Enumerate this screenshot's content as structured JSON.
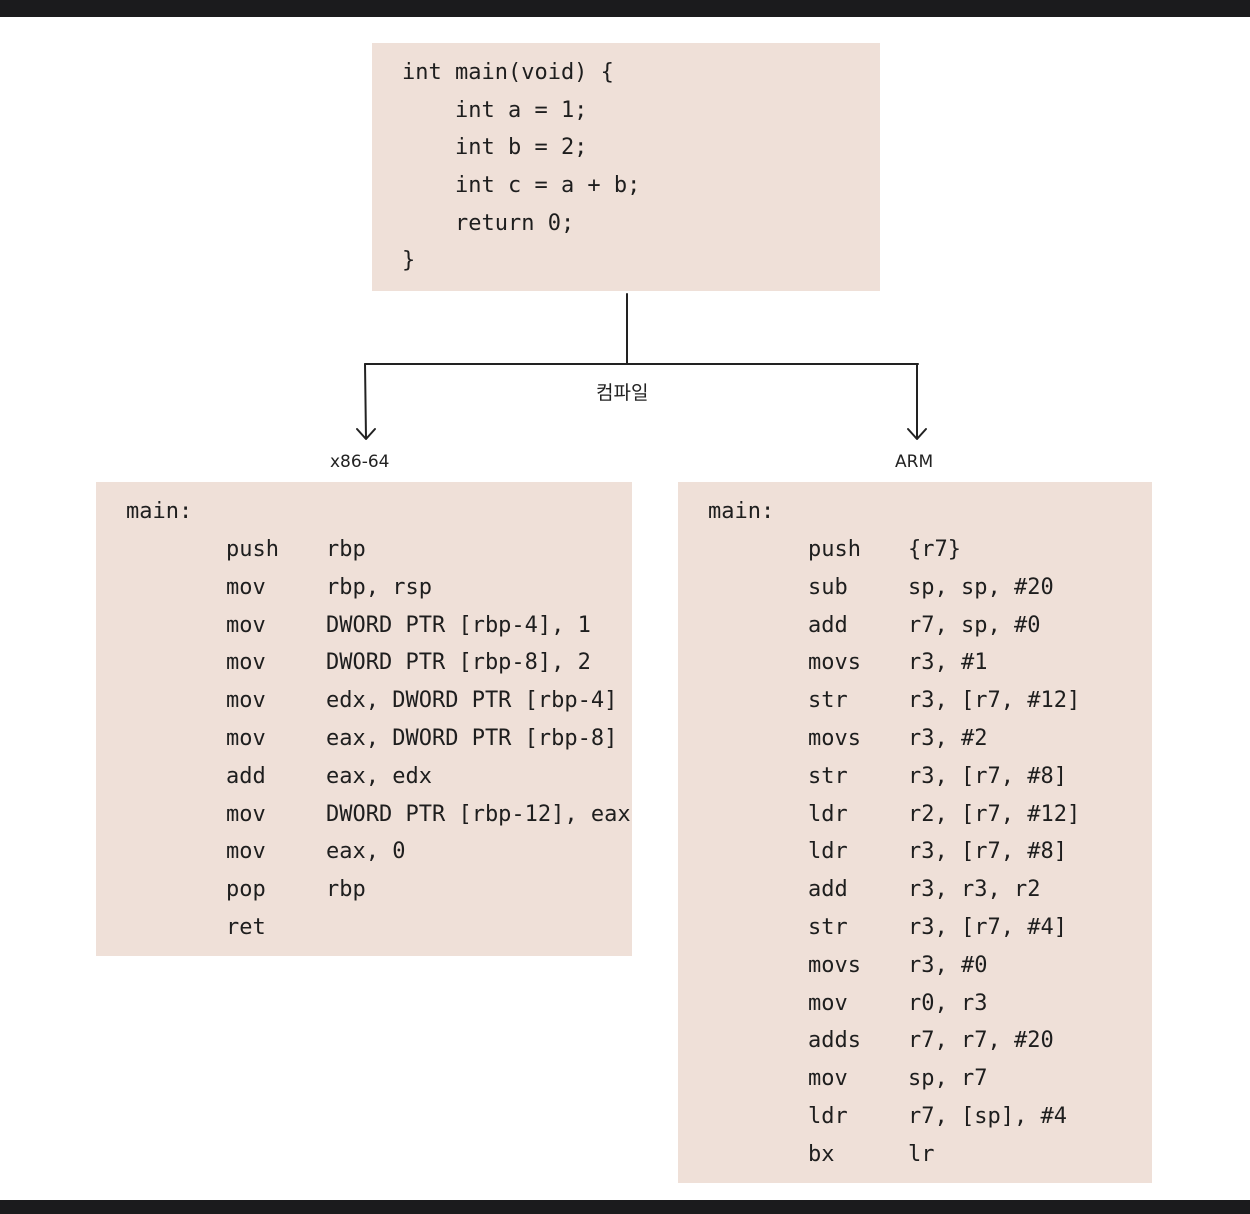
{
  "c_code": {
    "lines": [
      "int main(void) {",
      "    int a = 1;",
      "    int b = 2;",
      "    int c = a + b;",
      "    return 0;",
      "}"
    ]
  },
  "compile_label": "컴파일",
  "x86": {
    "label": "x86-64",
    "header": "main:",
    "instructions": [
      {
        "op": "push",
        "args": "rbp"
      },
      {
        "op": "mov",
        "args": "rbp, rsp"
      },
      {
        "op": "mov",
        "args": "DWORD PTR [rbp-4], 1"
      },
      {
        "op": "mov",
        "args": "DWORD PTR [rbp-8], 2"
      },
      {
        "op": "mov",
        "args": "edx, DWORD PTR [rbp-4]"
      },
      {
        "op": "mov",
        "args": "eax, DWORD PTR [rbp-8]"
      },
      {
        "op": "add",
        "args": "eax, edx"
      },
      {
        "op": "mov",
        "args": "DWORD PTR [rbp-12], eax"
      },
      {
        "op": "mov",
        "args": "eax, 0"
      },
      {
        "op": "pop",
        "args": "rbp"
      },
      {
        "op": "ret",
        "args": ""
      }
    ]
  },
  "arm": {
    "label": "ARM",
    "header": "main:",
    "instructions": [
      {
        "op": "push",
        "args": "{r7}"
      },
      {
        "op": "sub",
        "args": "sp, sp, #20"
      },
      {
        "op": "add",
        "args": "r7, sp, #0"
      },
      {
        "op": "movs",
        "args": "r3, #1"
      },
      {
        "op": "str",
        "args": "r3, [r7, #12]"
      },
      {
        "op": "movs",
        "args": "r3, #2"
      },
      {
        "op": "str",
        "args": "r3, [r7, #8]"
      },
      {
        "op": "ldr",
        "args": "r2, [r7, #12]"
      },
      {
        "op": "ldr",
        "args": "r3, [r7, #8]"
      },
      {
        "op": "add",
        "args": "r3, r3, r2"
      },
      {
        "op": "str",
        "args": "r3, [r7, #4]"
      },
      {
        "op": "movs",
        "args": "r3, #0"
      },
      {
        "op": "mov",
        "args": "r0, r3"
      },
      {
        "op": "adds",
        "args": "r7, r7, #20"
      },
      {
        "op": "mov",
        "args": "sp, r7"
      },
      {
        "op": "ldr",
        "args": "r7, [sp], #4"
      },
      {
        "op": "bx",
        "args": "lr"
      }
    ]
  },
  "colors": {
    "box_fill": "#efe0d8",
    "text": "#1e1e1e",
    "line": "#222222",
    "frame_bar": "#1b1b1d"
  }
}
